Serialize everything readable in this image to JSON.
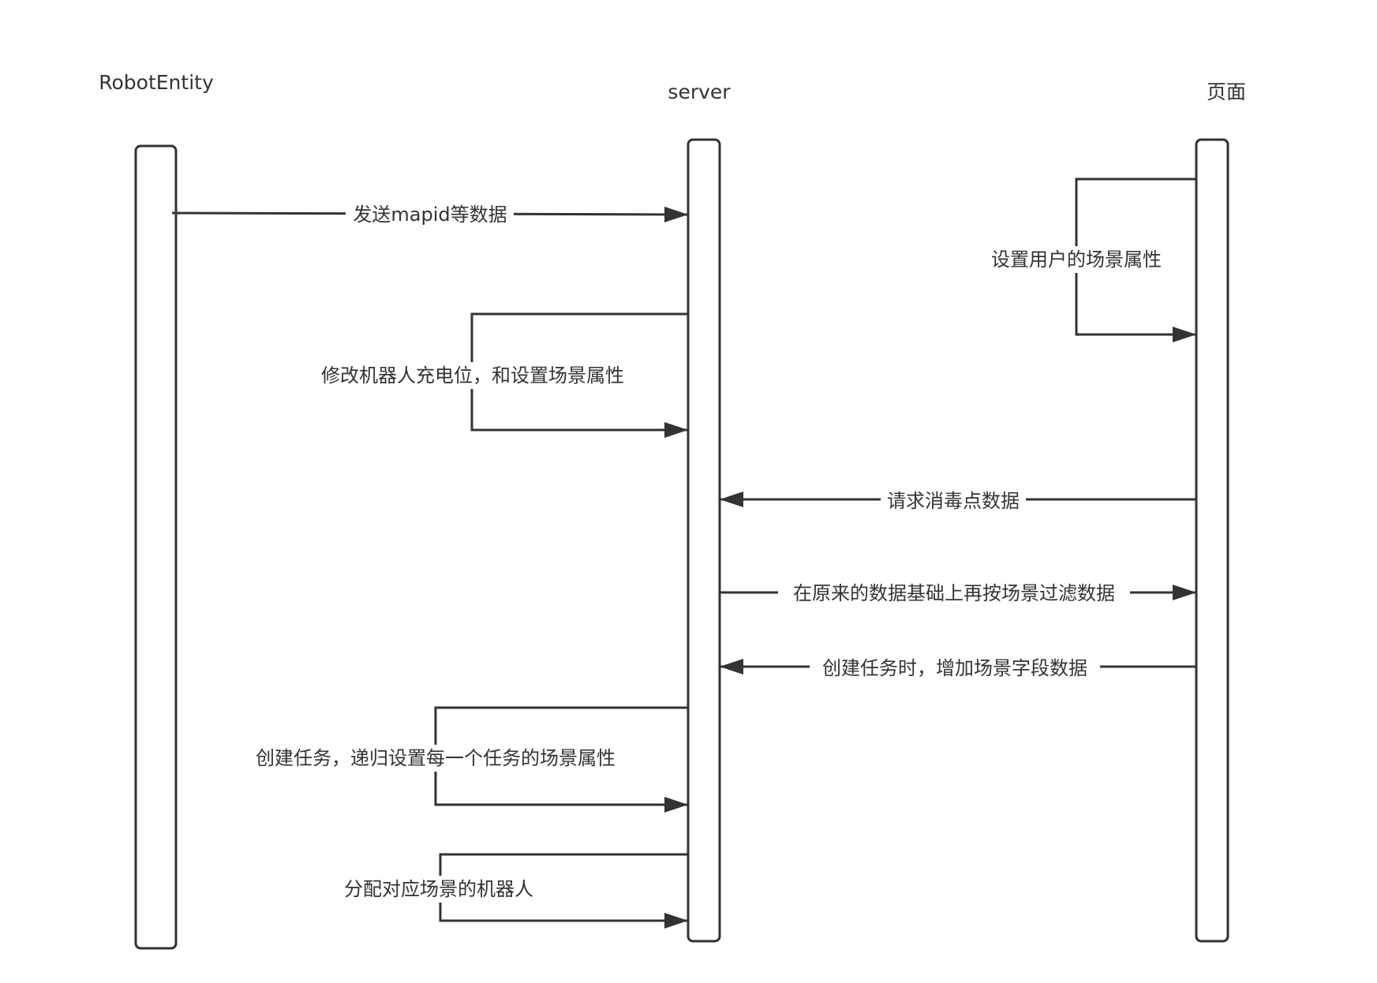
{
  "participants": [
    {
      "id": "robot",
      "label": "RobotEntity"
    },
    {
      "id": "server",
      "label": "server"
    },
    {
      "id": "page",
      "label": "页面"
    }
  ],
  "messages": [
    {
      "id": "m1",
      "from": "robot",
      "to": "server",
      "label": "发送mapid等数据"
    },
    {
      "id": "m2",
      "from": "page",
      "to": "page",
      "label": "设置用户的场景属性"
    },
    {
      "id": "m3",
      "from": "server",
      "to": "server",
      "label": "修改机器人充电位，和设置场景属性"
    },
    {
      "id": "m4",
      "from": "page",
      "to": "server",
      "label": "请求消毒点数据"
    },
    {
      "id": "m5",
      "from": "server",
      "to": "page",
      "label": "在原来的数据基础上再按场景过滤数据"
    },
    {
      "id": "m6",
      "from": "page",
      "to": "server",
      "label": "创建任务时，增加场景字段数据"
    },
    {
      "id": "m7",
      "from": "server",
      "to": "server",
      "label": "创建任务，递归设置每一个任务的场景属性"
    },
    {
      "id": "m8",
      "from": "server",
      "to": "server",
      "label": "分配对应场景的机器人"
    }
  ],
  "colors": {
    "stroke": "#333333",
    "text": "#333333",
    "background": "#ffffff"
  }
}
